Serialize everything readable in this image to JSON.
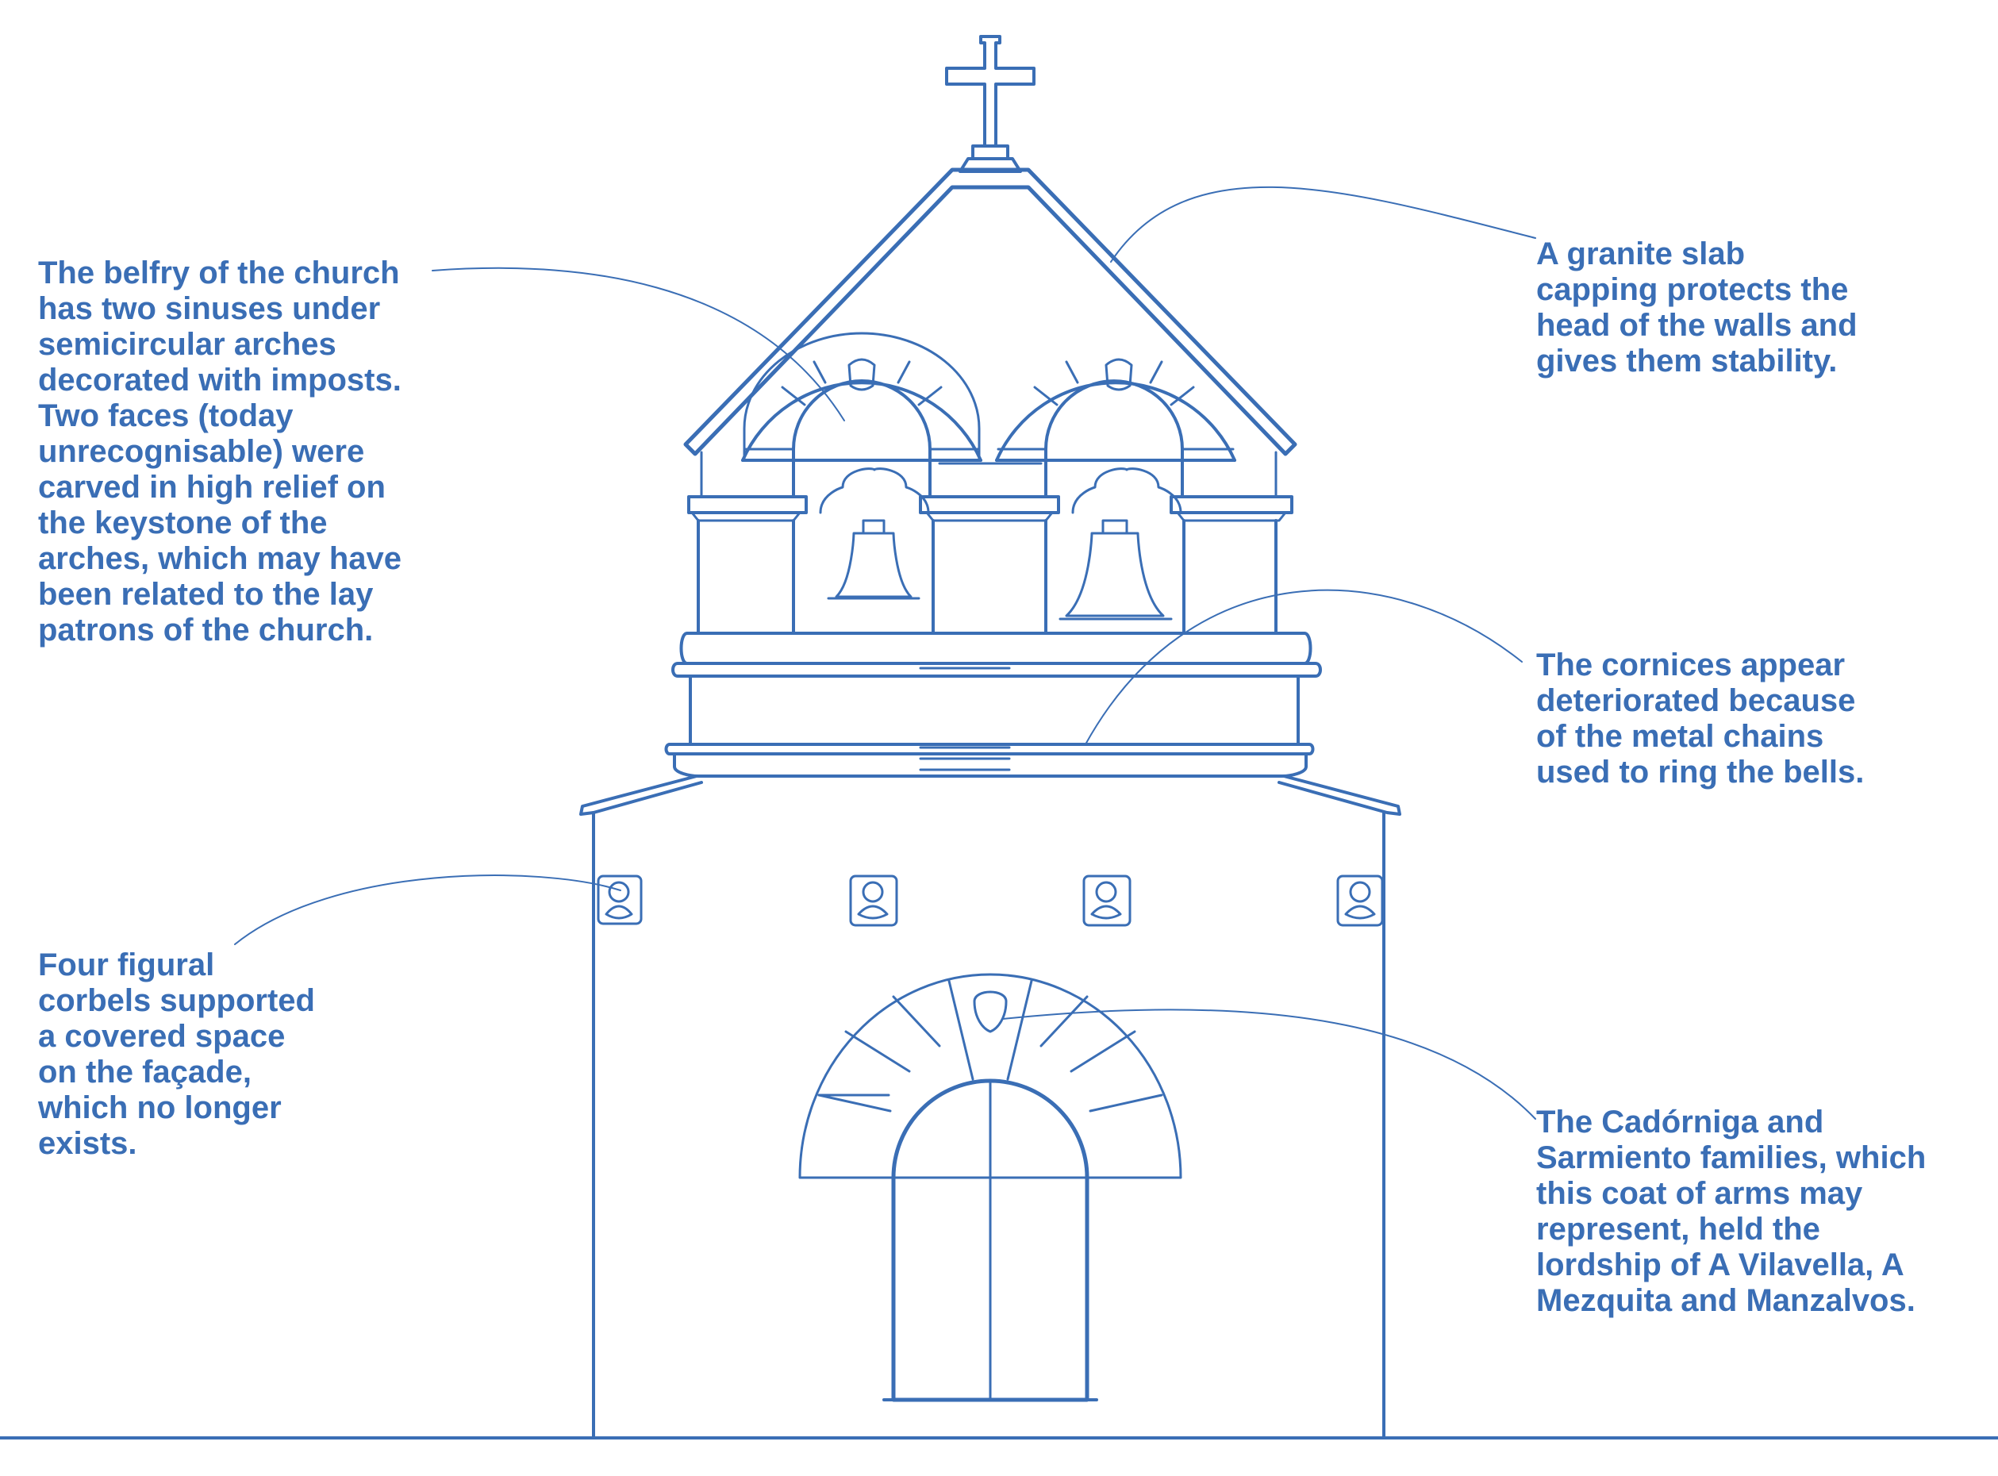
{
  "colors": {
    "accent": "#3a6eb5",
    "background": "#ffffff"
  },
  "annotations": {
    "belfry": {
      "lines": [
        "The belfry of the church",
        "has two sinuses under",
        "semicircular arches",
        "decorated with imposts.",
        "Two faces (today",
        "unrecognisable) were",
        "carved in high relief on",
        "the keystone of the",
        "arches, which may have",
        "been related to the lay",
        "patrons of the church."
      ]
    },
    "granite": {
      "lines": [
        "A granite slab",
        "capping protects the",
        "head of the walls and",
        "gives them stability."
      ]
    },
    "cornices": {
      "lines": [
        "The cornices appear",
        "deteriorated because",
        "of the metal chains",
        "used to ring the bells."
      ]
    },
    "corbels": {
      "lines": [
        "Four figural",
        "corbels supported",
        "a covered space",
        "on the façade,",
        "which no longer",
        "exists."
      ]
    },
    "coat_of_arms": {
      "lines": [
        "The Cadórniga and",
        "Sarmiento families, which",
        "this coat of arms may",
        "represent, held the",
        "lordship of A Vilavella, A",
        "Mezquita and Manzalvos."
      ]
    }
  }
}
